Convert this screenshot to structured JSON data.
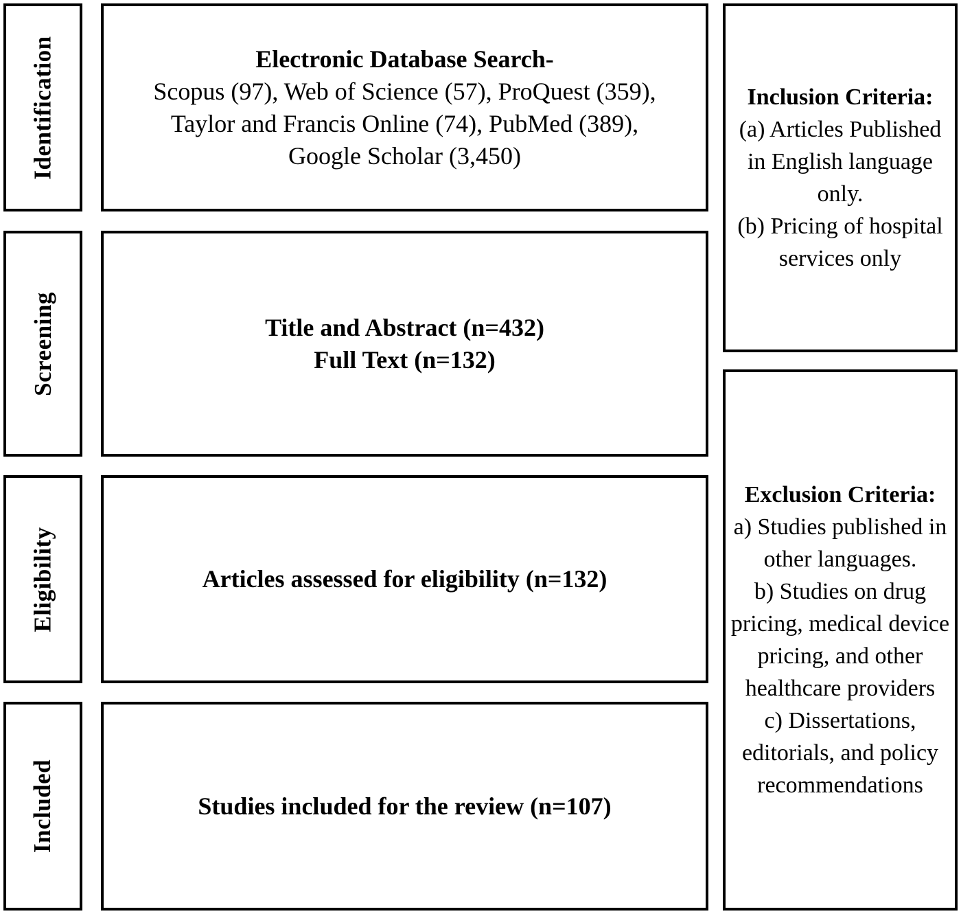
{
  "diagram": {
    "stages": [
      {
        "label": "Identification"
      },
      {
        "label": "Screening"
      },
      {
        "label": "Eligibility"
      },
      {
        "label": "Included"
      }
    ],
    "flow": {
      "identification_box": {
        "title": "Electronic Database Search-",
        "lines": [
          "Scopus (97), Web of Science (57), ProQuest (359),",
          "Taylor and Francis Online (74), PubMed (389),",
          "Google Scholar (3,450)"
        ]
      },
      "screening_box": {
        "lines": [
          "Title and Abstract (n=432)",
          "Full Text (n=132)"
        ]
      },
      "eligibility_box": {
        "text": "Articles assessed for eligibility (n=132)"
      },
      "included_box": {
        "text": "Studies included for the review (n=107)"
      }
    },
    "inclusion_criteria": {
      "title": "Inclusion Criteria:",
      "items": [
        "(a) Articles Published in English language only.",
        "(b) Pricing of hospital services only"
      ]
    },
    "exclusion_criteria": {
      "title": "Exclusion Criteria:",
      "items": [
        "a) Studies published in other languages.",
        "b) Studies on drug pricing, medical device pricing, and other healthcare providers",
        "c) Dissertations, editorials, and policy recommendations"
      ]
    },
    "colors": {
      "background": "#ffffff",
      "border": "#000000",
      "text": "#000000"
    }
  }
}
